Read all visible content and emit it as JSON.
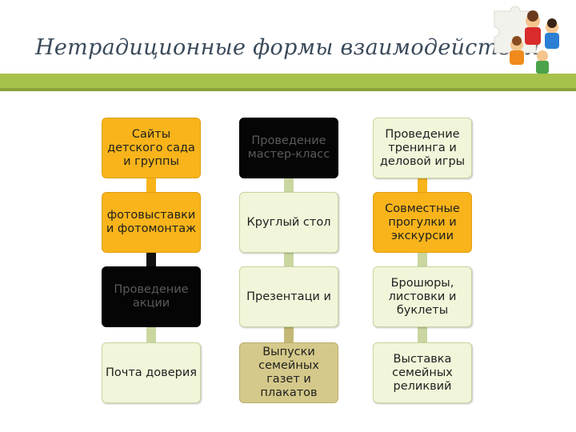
{
  "title": "Нетрадиционные формы взаимодействия",
  "colors": {
    "accent_green": "#a6c24a",
    "orange": "#f8b41a",
    "black": "#050505",
    "light": "#f1f5d9",
    "olive": "#d4c98a",
    "connector_black": "#111111",
    "connector_olive": "#c4b876"
  },
  "columns": [
    {
      "nodes": [
        {
          "text": "Сайты детского сада и группы",
          "style": "orange"
        },
        {
          "text": "фотовыставки и фотомонтаж",
          "style": "orange"
        },
        {
          "text": "Проведение акции",
          "style": "black"
        },
        {
          "text": "Почта доверия",
          "style": "light"
        }
      ]
    },
    {
      "nodes": [
        {
          "text": "Проведение мастер-класс",
          "style": "black"
        },
        {
          "text": "Круглый стол",
          "style": "light"
        },
        {
          "text": "Презентаци и",
          "style": "light"
        },
        {
          "text": "Выпуски семейных газет и плакатов",
          "style": "olive"
        }
      ]
    },
    {
      "nodes": [
        {
          "text": "Проведение тренинга и деловой игры",
          "style": "light"
        },
        {
          "text": "Совместные прогулки и экскурсии",
          "style": "orange"
        },
        {
          "text": "Брошюры, листовки и буклеты",
          "style": "light"
        },
        {
          "text": "Выставка семейных реликвий",
          "style": "light"
        }
      ]
    }
  ]
}
